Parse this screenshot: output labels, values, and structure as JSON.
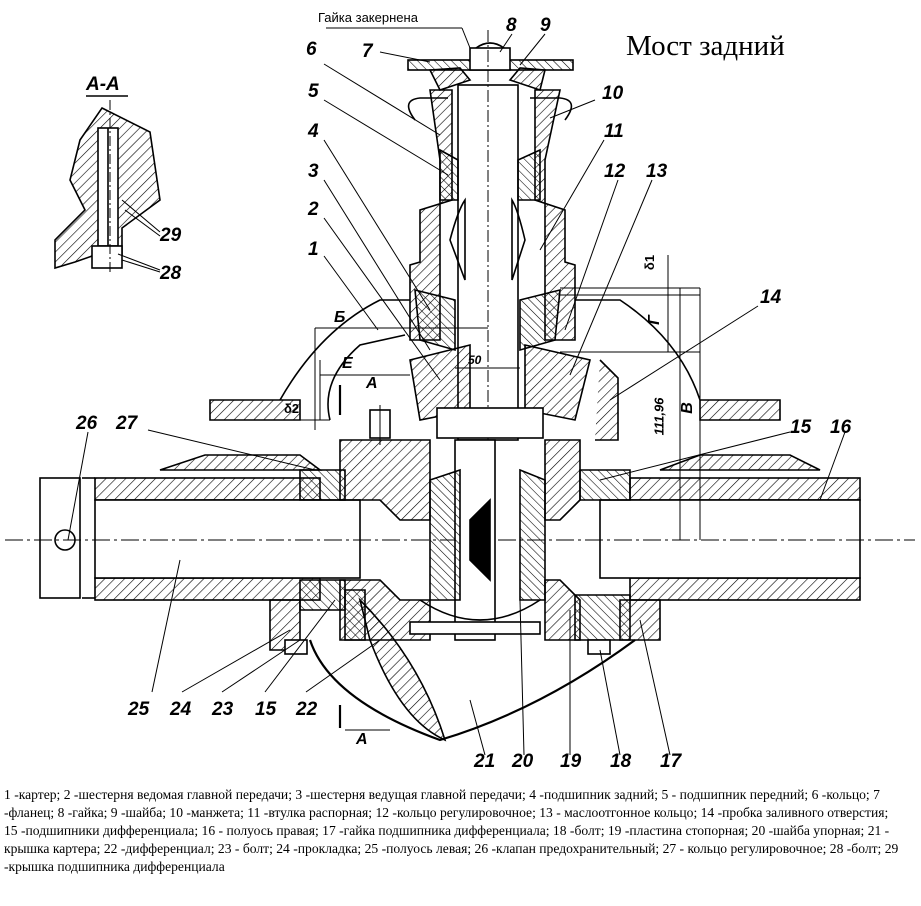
{
  "title": "Мост задний",
  "note_top": "Гайка закернена",
  "section_label": "А-А",
  "section_arrow_label": "А",
  "part_numbers": {
    "n1": "1",
    "n2": "2",
    "n3": "3",
    "n4": "4",
    "n5": "5",
    "n6": "6",
    "n7": "7",
    "n8": "8",
    "n9": "9",
    "n10": "10",
    "n11": "11",
    "n12": "12",
    "n13": "13",
    "n14": "14",
    "n15a": "15",
    "n15b": "15",
    "n16": "16",
    "n17": "17",
    "n18": "18",
    "n19": "19",
    "n20": "20",
    "n21": "21",
    "n22": "22",
    "n23": "23",
    "n24": "24",
    "n25": "25",
    "n26": "26",
    "n27": "27",
    "n28": "28",
    "n29": "29"
  },
  "dimensions": {
    "b": "Б",
    "e": "Е",
    "g": "Г",
    "v": "В",
    "d1": "δ1",
    "d2": "δ2",
    "d50": "50",
    "d111": "111,96"
  },
  "legend": "1 -картер; 2 -шестерня ведомая главной передачи; 3 -шестерня ведущая главной передачи; 4 -подшипник задний; 5 - подшипник передний; 6 -кольцо; 7 -фланец; 8 -гайка; 9 -шайба; 10 -манжета; 11 -втулка распорная; 12 -кольцо регулировочное; 13 - маслоотгонное кольцо; 14 -пробка заливного отверстия; 15 -подшипники дифференциала; 16 - полуось правая; 17 -гайка подшипника дифференциала; 18 -болт; 19 -пластина стопорная; 20 -шайба упорная; 21 - крышка картера; 22 -дифференциал; 23 - болт; 24 -прокладка; 25 -полуось левая; 26 -клапан предохранительный; 27 - кольцо регулировочное; 28 -болт; 29 -крышка подшипника дифференциала"
}
